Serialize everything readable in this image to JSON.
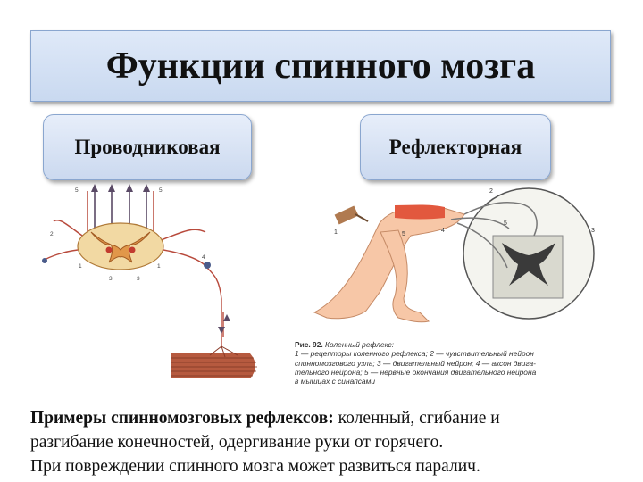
{
  "title": "Функции спинного мозга",
  "functions": [
    {
      "label": "Проводниковая"
    },
    {
      "label": "Рефлекторная"
    }
  ],
  "figure_left": {
    "labels": [
      "5",
      "5",
      "2",
      "1",
      "1",
      "3",
      "3",
      "4"
    ]
  },
  "figure_right": {
    "labels": [
      "1",
      "2",
      "3",
      "4",
      "5",
      "5"
    ],
    "caption_head": "Рис. 92.",
    "caption_title": "Коленный рефлекс:",
    "caption_lines": [
      "1 — рецепторы коленного рефлекса; 2 — чувствительный нейрон",
      "спинномозгового узла; 3 — двигательный нейрон; 4 — аксон двига-",
      "тельного нейрона; 5 — нервные окончания двигательного нейрона",
      "в мышцах с синапсами"
    ]
  },
  "description": {
    "lead": "Примеры спинномозговых рефлексов:",
    "line1_rest": " коленный, сгибание и",
    "line2": "разгибание конечностей, одергивание руки от горячего.",
    "line3": "При повреждении спинного мозга может развиться паралич."
  },
  "colors": {
    "title_bg": "#cfdcf1",
    "box_border": "#8aa6cf",
    "cord_fill": "#f2d9a3",
    "grey_matter": "#e1974a",
    "nerve": "#b84a3c",
    "muscle": "#b65a3f",
    "skin": "#f7c7a7"
  }
}
